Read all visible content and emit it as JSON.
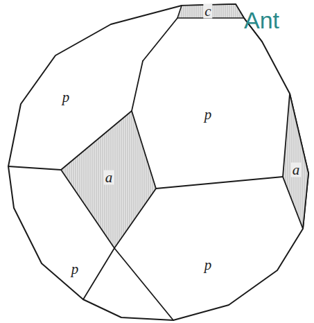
{
  "diagram": {
    "labels": [
      "c",
      "Ant",
      "p",
      "p",
      "a",
      "a",
      "p",
      "p"
    ]
  }
}
